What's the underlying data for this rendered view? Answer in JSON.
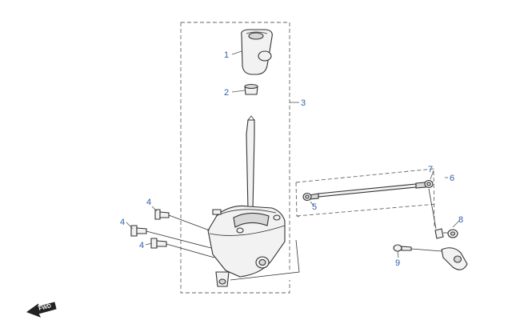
{
  "callouts": {
    "c1": "1",
    "c2": "2",
    "c3": "3",
    "c4a": "4",
    "c4b": "4",
    "c4c": "4",
    "c5": "5",
    "c6": "6",
    "c7": "7",
    "c8": "8",
    "c9": "9"
  },
  "direction_arrow": {
    "label": "FWD"
  },
  "colors": {
    "callout": "#2f5fa8",
    "lines": "#333333",
    "frame": "#666666"
  }
}
